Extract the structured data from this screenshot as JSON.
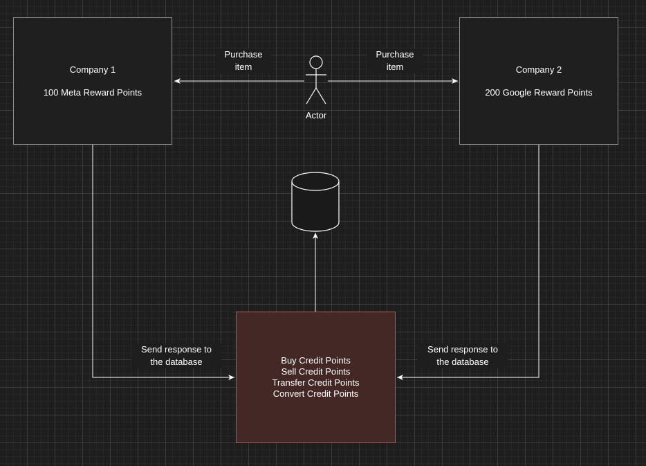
{
  "company1": {
    "title": "Company 1",
    "points": "100 Meta Reward Points"
  },
  "company2": {
    "title": "Company 2",
    "points": "200 Google Reward Points"
  },
  "actor": {
    "label": "Actor",
    "purchase_left": "Purchase\nitem",
    "purchase_right": "Purchase\nitem"
  },
  "ops": {
    "lines": [
      "Buy Credit Points",
      "Sell Credit Points",
      "Transfer Credit Points",
      "Convert Credit Points"
    ]
  },
  "edges": {
    "left_label": "Send response to\nthe database",
    "right_label": "Send response to\nthe database"
  },
  "colors": {
    "background": "#1e1e1e",
    "company_fill": "#1f1f1f",
    "company_stroke": "#8e8e8e",
    "ops_fill": "#432826",
    "ops_stroke": "#b85450",
    "line": "#ffffff"
  }
}
